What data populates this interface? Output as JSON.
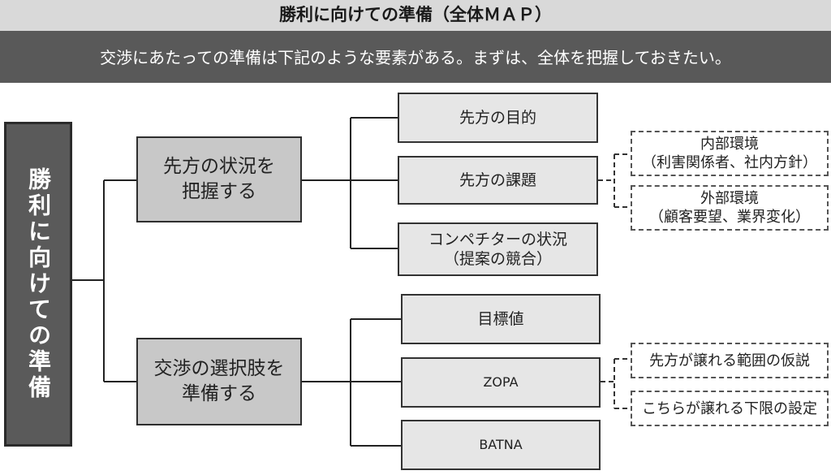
{
  "header": {
    "title": "勝利に向けての準備（全体ＭＡＰ）",
    "subtitle": "交渉にあたっての準備は下記のような要素がある。まずは、全体を把握しておきたい。"
  },
  "diagram": {
    "root": {
      "label": "勝利に向けての準備"
    },
    "branches": [
      {
        "label_line1": "先方の状況を",
        "label_line2": "把握する",
        "items": [
          {
            "label": "先方の目的"
          },
          {
            "label": "先方の課題"
          },
          {
            "label_line1": "コンペチターの状況",
            "label_line2": "（提案の競合）"
          }
        ],
        "notes": [
          {
            "line1": "内部環境",
            "line2": "（利害関係者、社内方針）"
          },
          {
            "line1": "外部環境",
            "line2": "（顧客要望、業界変化）"
          }
        ]
      },
      {
        "label_line1": "交渉の選択肢を",
        "label_line2": "準備する",
        "items": [
          {
            "label": "目標値"
          },
          {
            "label": "ZOPA"
          },
          {
            "label": "BATNA"
          }
        ],
        "notes": [
          {
            "line1": "先方が譲れる範囲の仮説"
          },
          {
            "line1": "こちらが譲れる下限の設定"
          }
        ]
      }
    ]
  }
}
